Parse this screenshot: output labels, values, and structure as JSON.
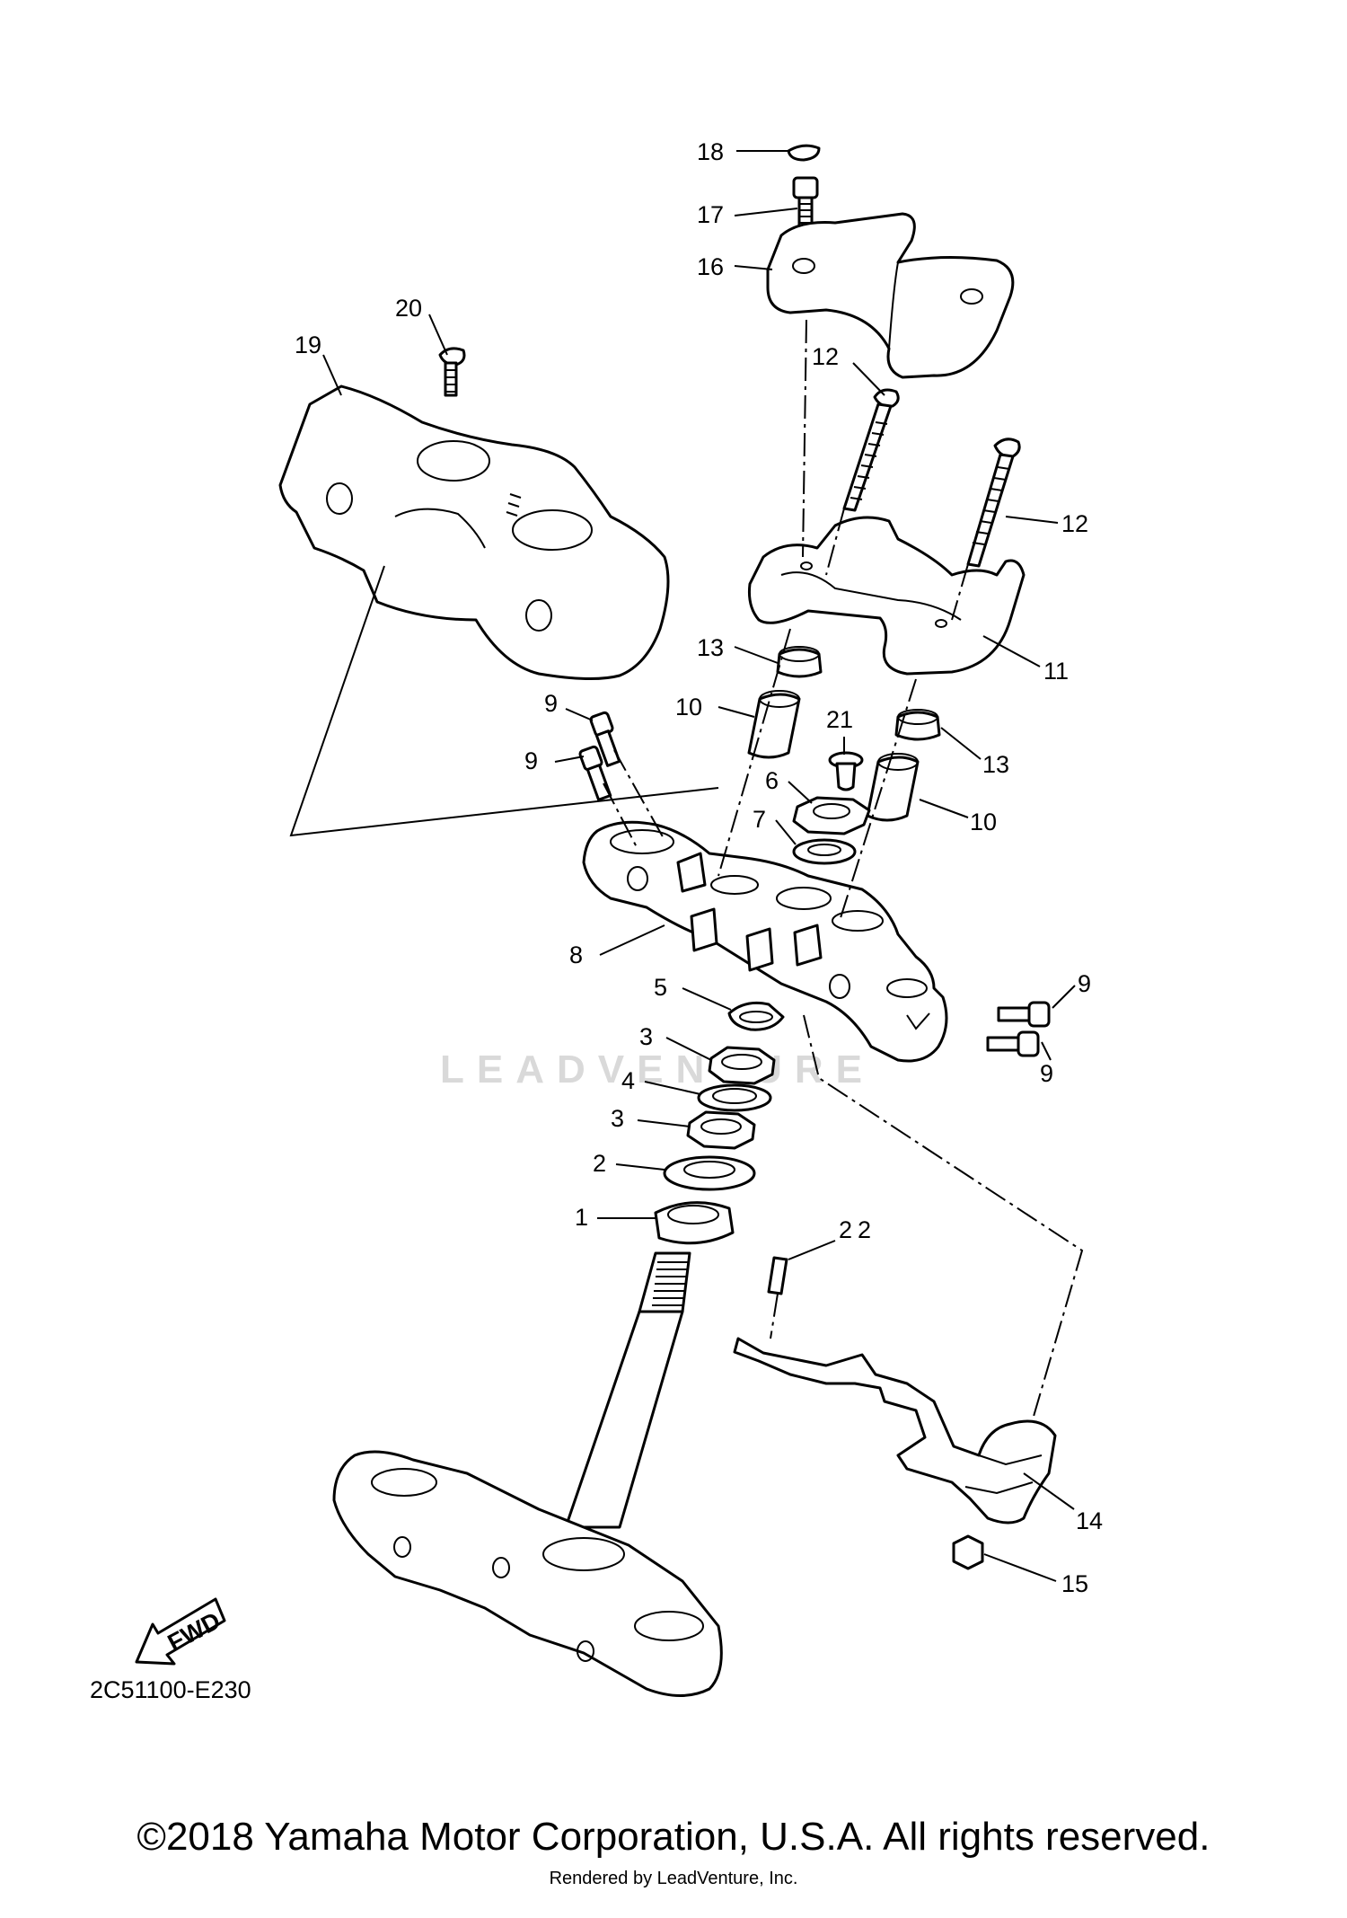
{
  "diagram": {
    "code": "2C51100-E230",
    "fwd_badge": "FWD",
    "watermark": "LEADVENTURE",
    "callouts": [
      "18",
      "17",
      "16",
      "20",
      "19",
      "12",
      "12",
      "11",
      "13",
      "13",
      "10",
      "10",
      "21",
      "6",
      "7",
      "9",
      "9",
      "9",
      "9",
      "8",
      "5",
      "3",
      "4",
      "3",
      "2",
      "1",
      "22",
      "14",
      "15"
    ]
  },
  "footer": {
    "copyright": "©2018 Yamaha Motor Corporation, U.S.A. All rights reserved.",
    "rendered_by": "Rendered by LeadVenture, Inc."
  }
}
